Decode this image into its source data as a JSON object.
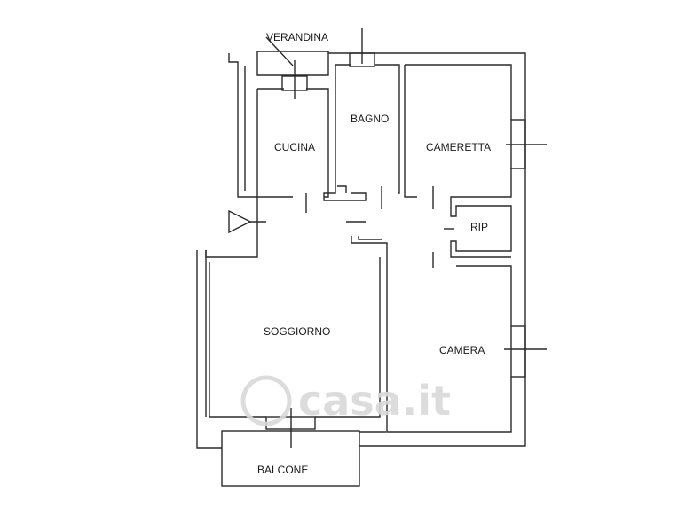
{
  "plan": {
    "rooms": {
      "verandina": "VERANDINA",
      "cucina": "CUCINA",
      "bagno": "BAGNO",
      "cameretta": "CAMERETTA",
      "rip": "RIP",
      "soggiorno": "SOGGIORNO",
      "camera": "CAMERA",
      "balcone": "BALCONE"
    },
    "watermark": "casa.it"
  }
}
